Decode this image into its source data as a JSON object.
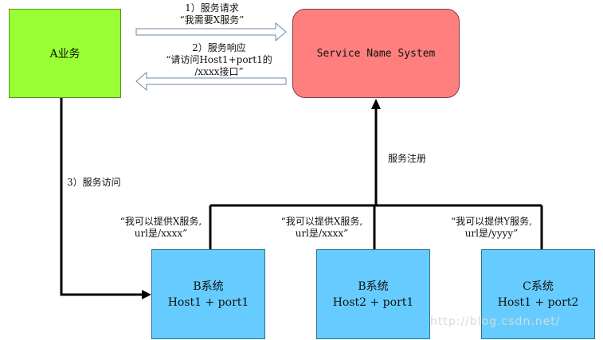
{
  "boxes": {
    "a": "A业务",
    "sns": "Service Name System",
    "b1": {
      "title": "B系统",
      "host": "Host1 + port1"
    },
    "b2": {
      "title": "B系统",
      "host": "Host2 + port1"
    },
    "c1": {
      "title": "C系统",
      "host": "Host1 + port2"
    }
  },
  "labels": {
    "request_line1": "1）服务请求",
    "request_line2": "“我需要X服务”",
    "response_line1": "2）服务响应",
    "response_line2": "“请访问Host1+port1的",
    "response_line3": "/xxxx接口”",
    "access": "3）服务访问",
    "register": "服务注册",
    "b1_line1": "“我可以提供X服务,",
    "b1_line2": "url是/xxxx”",
    "b2_line1": "“我可以提供X服务,",
    "b2_line2": "url是/xxxx”",
    "c1_line1": "“我可以提供Y服务,",
    "c1_line2": "url是/yyyy”"
  },
  "watermark": "http://blog.csdn.net/"
}
